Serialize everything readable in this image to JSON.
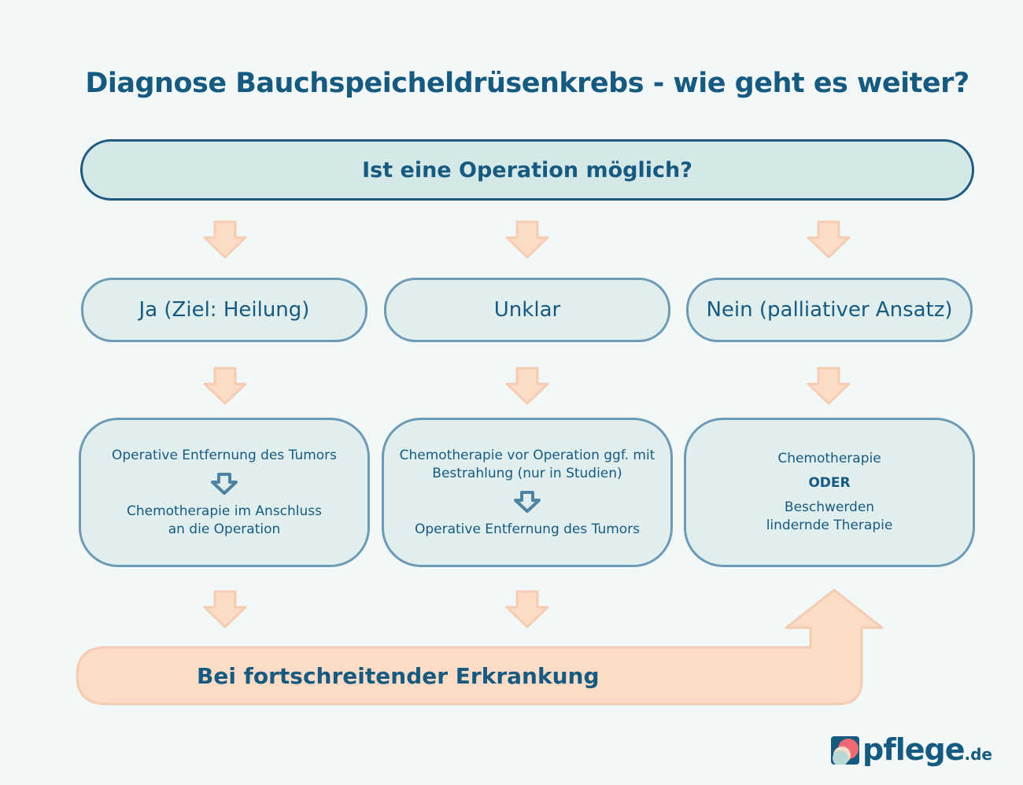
{
  "title": "Diagnose Bauchspeicheldrüsenkrebs - wie geht es weiter?",
  "question": "Ist eine Operation möglich?",
  "options": [
    {
      "label": "Ja (Ziel: Heilung)",
      "steps": [
        "Operative Entfernung des Tumors",
        "Chemotherapie im Anschluss an die Operation"
      ]
    },
    {
      "label": "Unklar",
      "steps": [
        "Chemotherapie vor Operation ggf. mit Bestrahlung (nur in Studien)",
        "Operative Entfernung des Tumors"
      ]
    },
    {
      "label": "Nein (palliativer Ansatz)",
      "steps": [
        "Chemotherapie",
        "ODER",
        "Beschwerden lindernde Therapie"
      ]
    }
  ],
  "progression": "Bei fortschreitender Erkrankung",
  "logo": {
    "text": "pflege",
    "suffix": ".de"
  },
  "colors": {
    "primary": "#175a80",
    "box": "#e0eeee",
    "border": "#6d9ab4",
    "accent": "#fcdcc6"
  }
}
